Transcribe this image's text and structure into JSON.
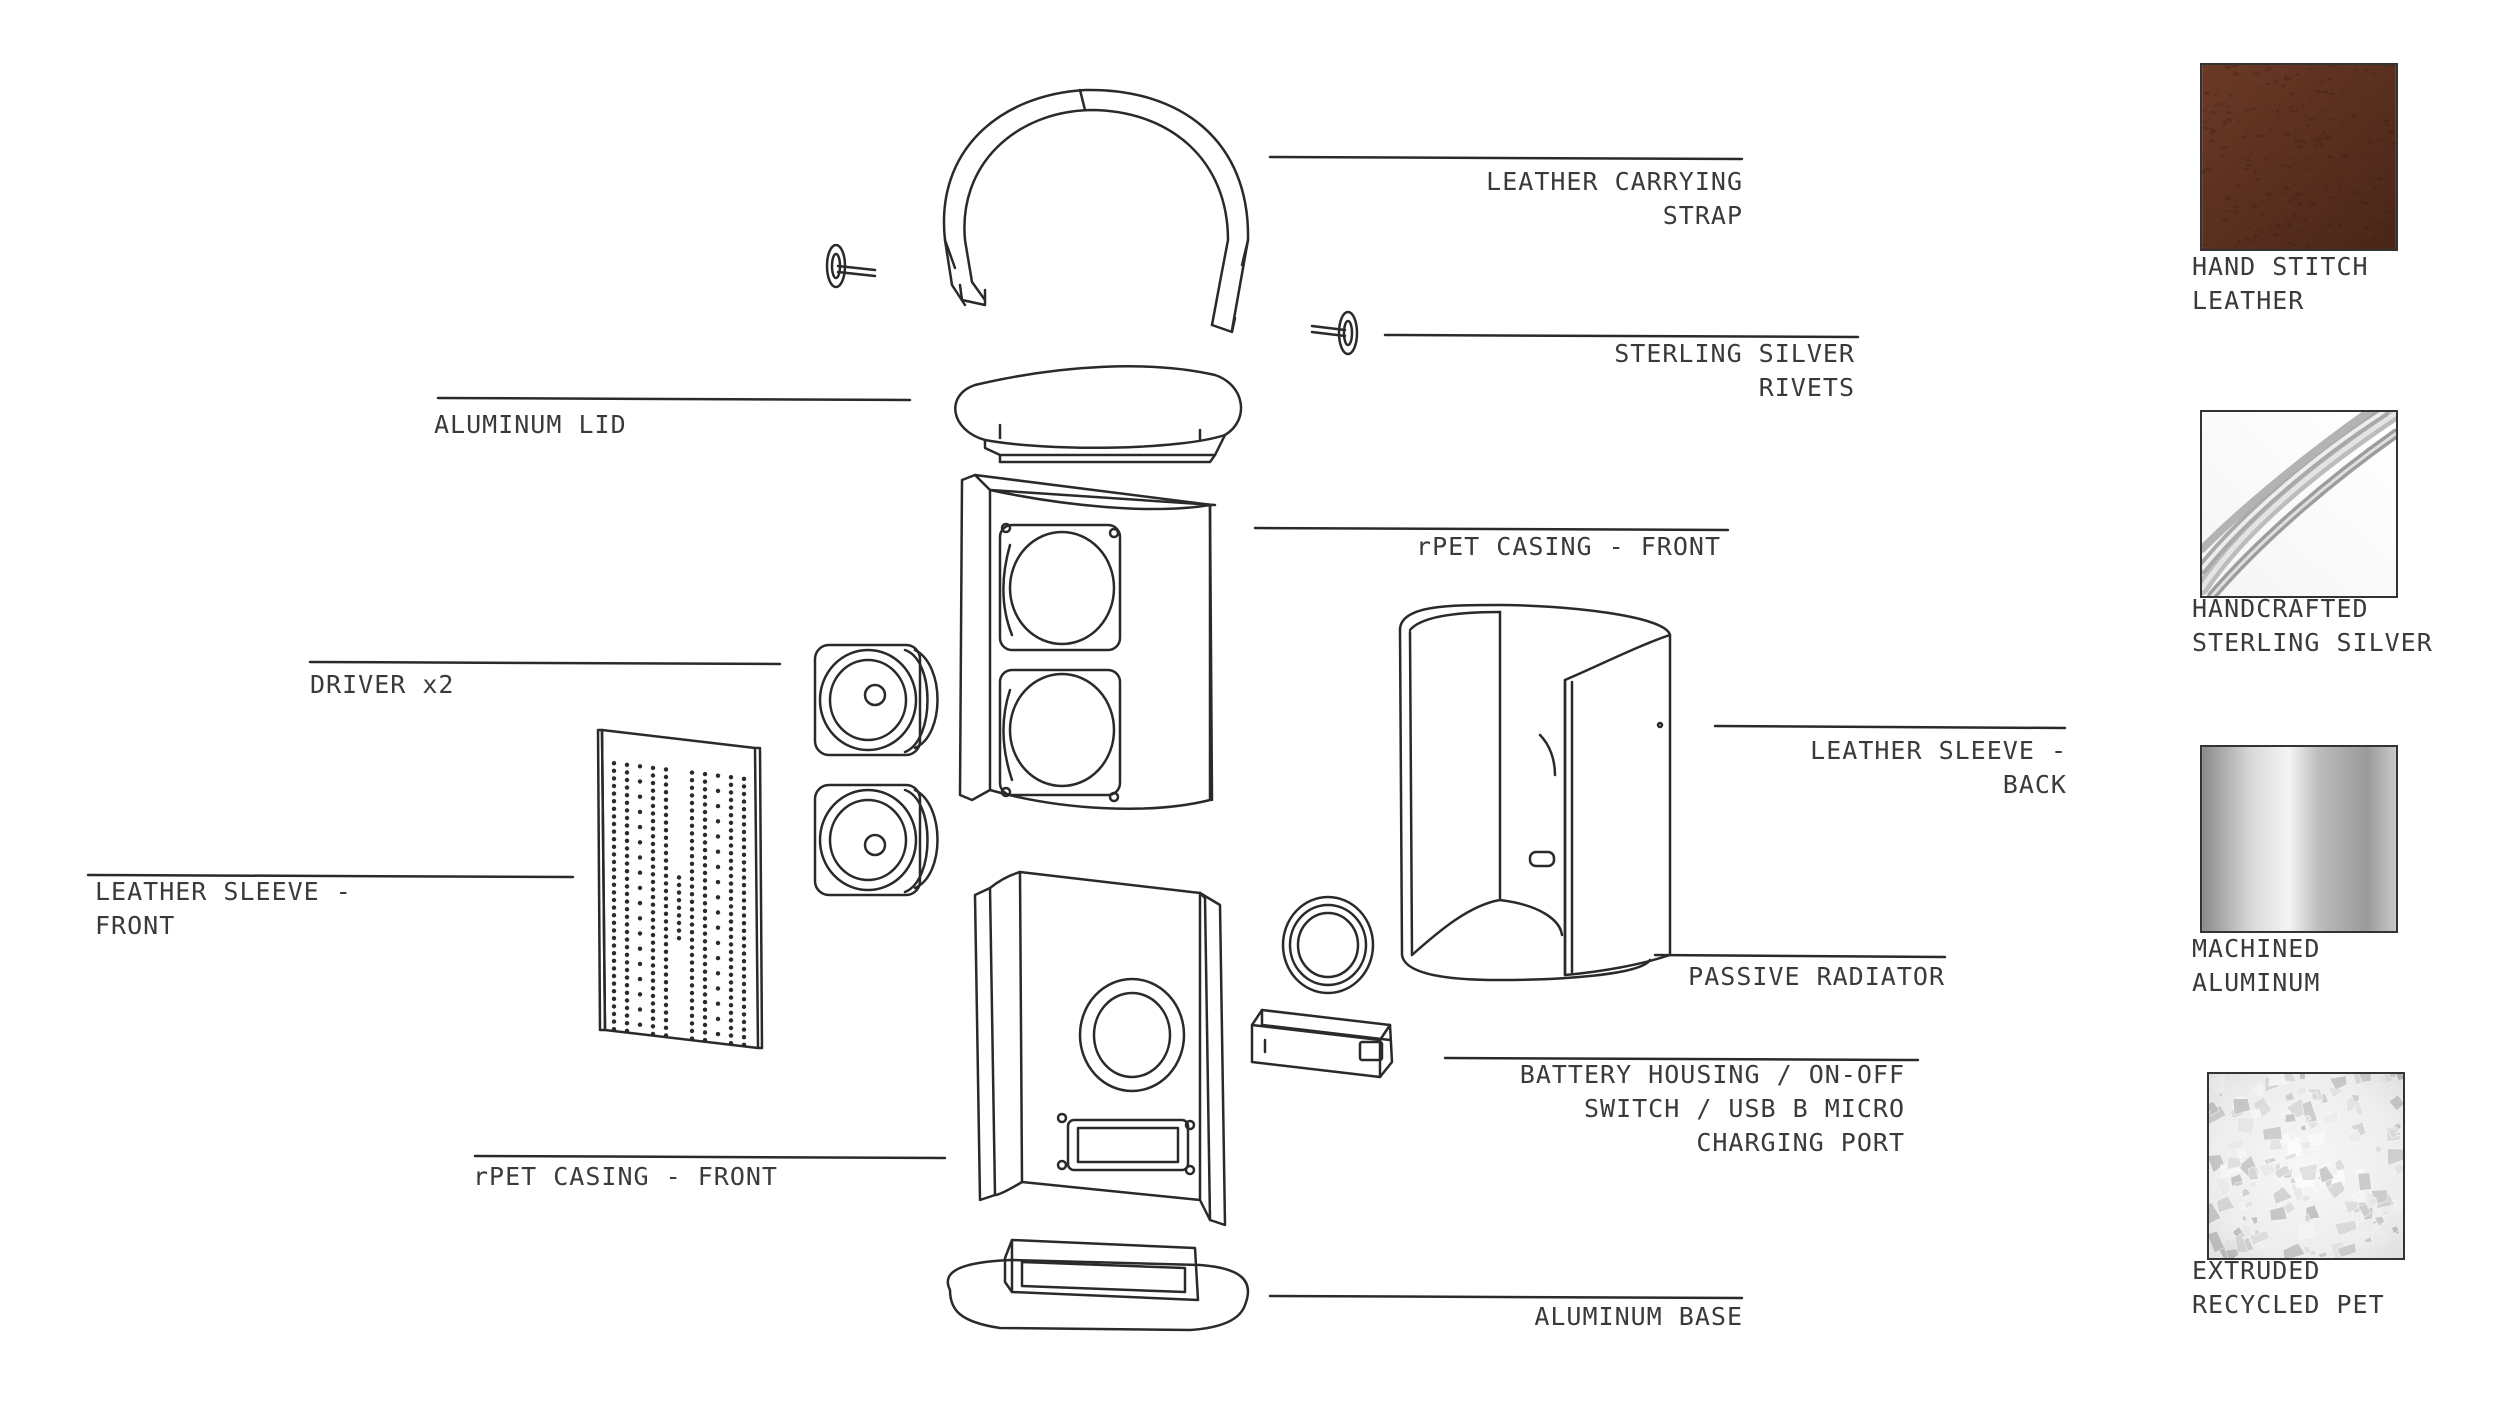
{
  "components": [
    {
      "id": "strap",
      "lines": [
        "LEATHER CARRYING",
        "STRAP"
      ]
    },
    {
      "id": "rivets",
      "lines": [
        "STERLING SILVER",
        "RIVETS"
      ]
    },
    {
      "id": "lid",
      "lines": [
        "ALUMINUM LID"
      ]
    },
    {
      "id": "casing_front_top",
      "lines": [
        "rPET CASING - FRONT"
      ]
    },
    {
      "id": "driver",
      "lines": [
        "DRIVER x2"
      ]
    },
    {
      "id": "sleeve_back",
      "lines": [
        "LEATHER SLEEVE -",
        "BACK"
      ]
    },
    {
      "id": "sleeve_front",
      "lines": [
        "LEATHER SLEEVE -",
        "FRONT"
      ]
    },
    {
      "id": "radiator",
      "lines": [
        "PASSIVE RADIATOR"
      ]
    },
    {
      "id": "battery",
      "lines": [
        "BATTERY HOUSING / ON-OFF",
        "SWITCH / USB B MICRO",
        "CHARGING PORT"
      ]
    },
    {
      "id": "casing_front_bottom",
      "lines": [
        "rPET CASING - FRONT"
      ]
    },
    {
      "id": "base",
      "lines": [
        "ALUMINUM BASE"
      ]
    }
  ],
  "materials": [
    {
      "id": "leather",
      "lines": [
        "HAND STITCH",
        "LEATHER"
      ],
      "color": "#5a3020"
    },
    {
      "id": "silver",
      "lines": [
        "HANDCRAFTED",
        "STERLING SILVER"
      ],
      "color": "#b8b8b8"
    },
    {
      "id": "aluminum",
      "lines": [
        "MACHINED",
        "ALUMINUM"
      ],
      "color": "#c4c4c4"
    },
    {
      "id": "pet",
      "lines": [
        "EXTRUDED",
        "RECYCLED PET"
      ],
      "color": "#e8e8e8"
    }
  ],
  "colors": {
    "line": "#2a2a2a",
    "label": "#3a3a3a"
  }
}
